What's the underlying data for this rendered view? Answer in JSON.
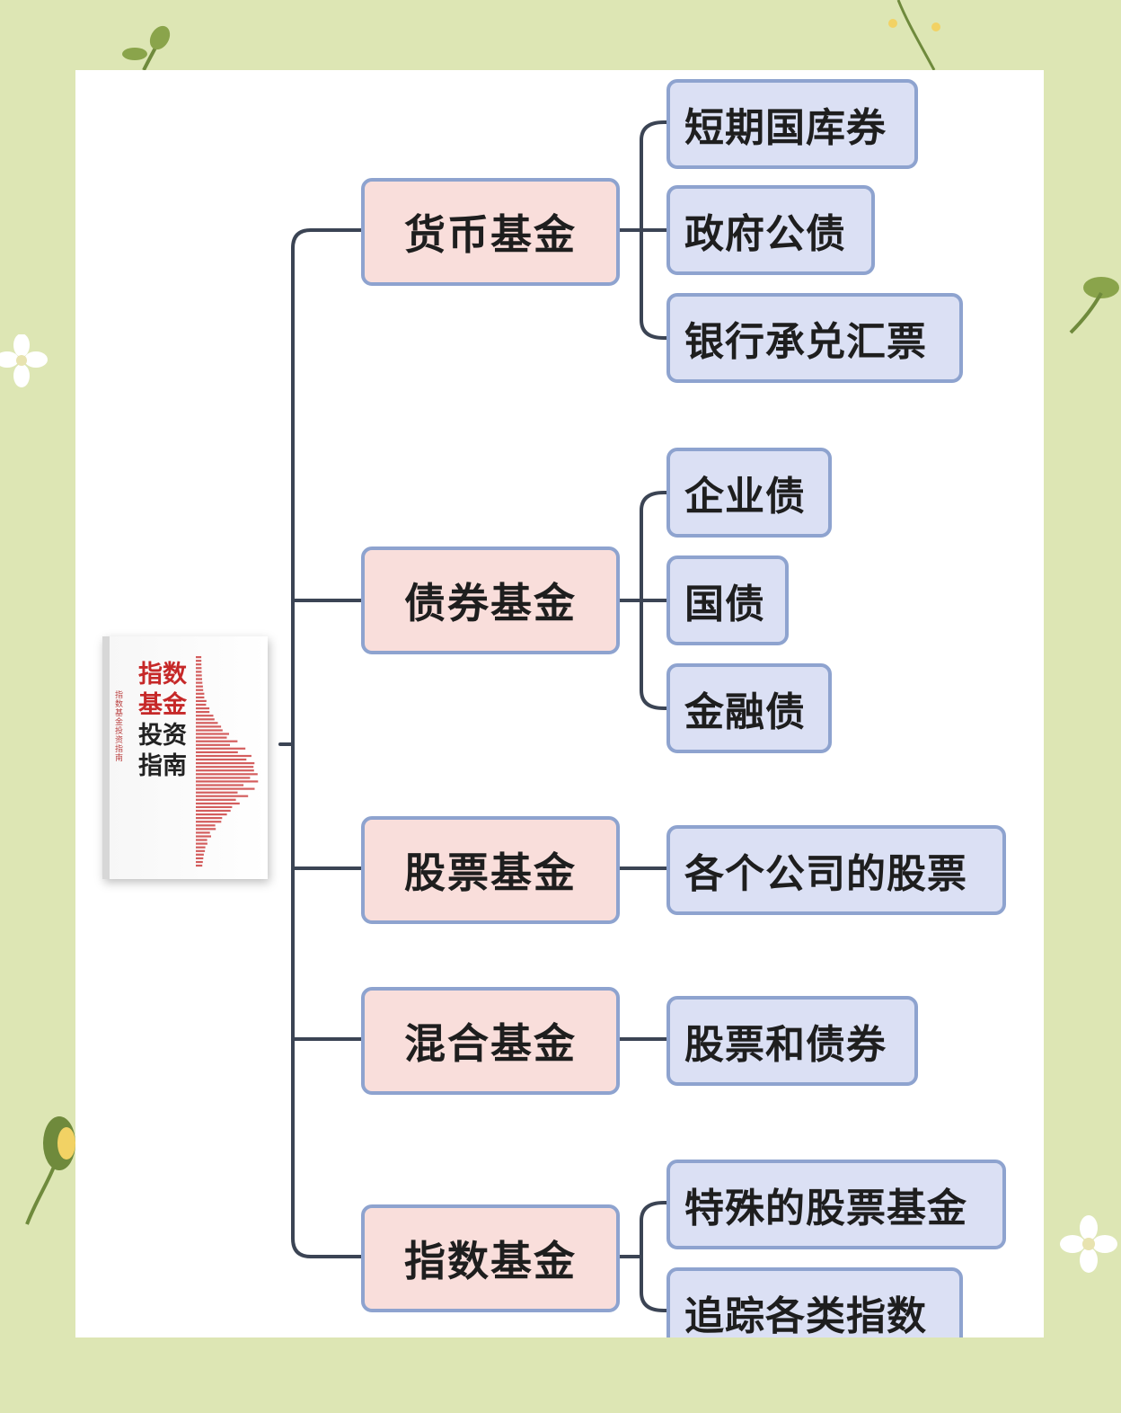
{
  "book": {
    "title_lines": [
      "指数",
      "基金",
      "投资",
      "指南"
    ],
    "highlight_color": "#c62828"
  },
  "categories": [
    {
      "label": "货币基金",
      "children": [
        "短期国库券",
        "政府公债",
        "银行承兑汇票"
      ]
    },
    {
      "label": "债券基金",
      "children": [
        "企业债",
        "国债",
        "金融债"
      ]
    },
    {
      "label": "股票基金",
      "children": [
        "各个公司的股票"
      ]
    },
    {
      "label": "混合基金",
      "children": [
        "股票和债券"
      ]
    },
    {
      "label": "指数基金",
      "children": [
        "特殊的股票基金",
        "追踪各类指数"
      ]
    }
  ],
  "colors": {
    "background": "#dde6b4",
    "category_fill": "#f9dedb",
    "leaf_fill": "#dbe0f4",
    "border": "#8ea3cf",
    "line": "#3b4454"
  }
}
